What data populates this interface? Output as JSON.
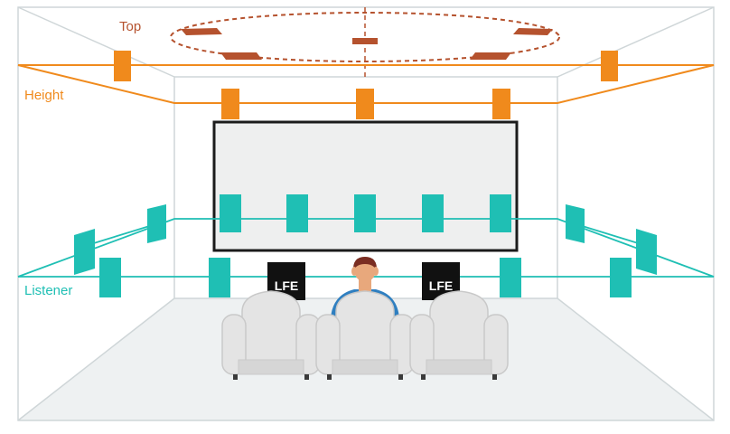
{
  "labels": {
    "top": "Top",
    "height": "Height",
    "listener": "Listener",
    "lfe_left": "LFE",
    "lfe_right": "LFE"
  },
  "colors": {
    "top": "#b5522e",
    "height": "#f08a1c",
    "listener": "#1fbfb4",
    "room_lines": "#cfd6d8",
    "floor": "#eef1f2",
    "screen_border": "#1b1b1b",
    "screen_fill": "#eeefef",
    "subwoofer": "#111111",
    "seat": "#e4e4e4",
    "seat_shade": "#c9c9c9",
    "shirt": "#2f7fc0",
    "hair": "#7a2d22",
    "skin": "#e8a87c"
  }
}
